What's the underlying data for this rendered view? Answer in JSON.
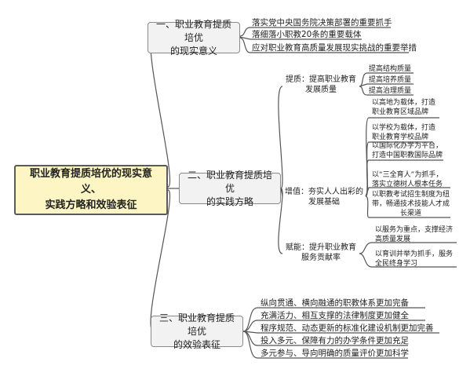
{
  "root": {
    "line1": "职业教育提质培优的现实意义、",
    "line2": "实践方略和效验表征"
  },
  "branch1": {
    "line1": "一、职业教育提质培优",
    "line2": "的现实意义",
    "items": [
      "落实党中央国务院决策部署的重要抓手",
      "落细落小职教20条的重要载体",
      "应对职业教育高质量发展现实挑战的重要举措"
    ]
  },
  "branch2": {
    "line1": "二、职业教育提质培优",
    "line2": "的实践方略",
    "quality": {
      "line1": "提质：提高职业教育",
      "line2": "发展质量",
      "items": [
        "提高结构质量",
        "提高培养质量",
        "提高治理质量"
      ]
    },
    "increase": {
      "line1": "增值：夯实人人出彩的",
      "line2": "发展基础",
      "items": [
        [
          "以高地为载体，打造",
          "职业教育区域品牌"
        ],
        [
          "以学校为载体，打造",
          "职业教育学校品牌"
        ],
        [
          "以国际化办学为平台，",
          "打造中国职教国际品牌"
        ],
        [
          "以“三全育人”为抓手，",
          "落实立德树人根本任务"
        ],
        [
          "以职教考试招生制度为纽",
          "带，畅通技术技能人才成",
          "长渠道"
        ]
      ]
    },
    "empower": {
      "line1": "赋能：提升职业教育",
      "line2": "服务贡献率",
      "items": [
        [
          "以服务为重点，支撑经济",
          "高质量发展"
        ],
        [
          "以育训并举为抓手，服务",
          "全民终身学习"
        ]
      ]
    }
  },
  "branch3": {
    "line1": "三、职业教育提质培优",
    "line2": "的效验表征",
    "items": [
      "纵向贯通、横向融通的职教体系更加完备",
      "充满活力、相互支撑的法律制度更加健全",
      "程序规范、动态更新的标准化建设机制更加完善",
      "投入多元、保障有力的办学条件更加充足",
      "多元参与、导向明确的质量评价更加科学"
    ]
  },
  "colors": {
    "line": "#555555",
    "root_fill": "#fdf5c3",
    "node_fill": "#f2f2f2"
  }
}
